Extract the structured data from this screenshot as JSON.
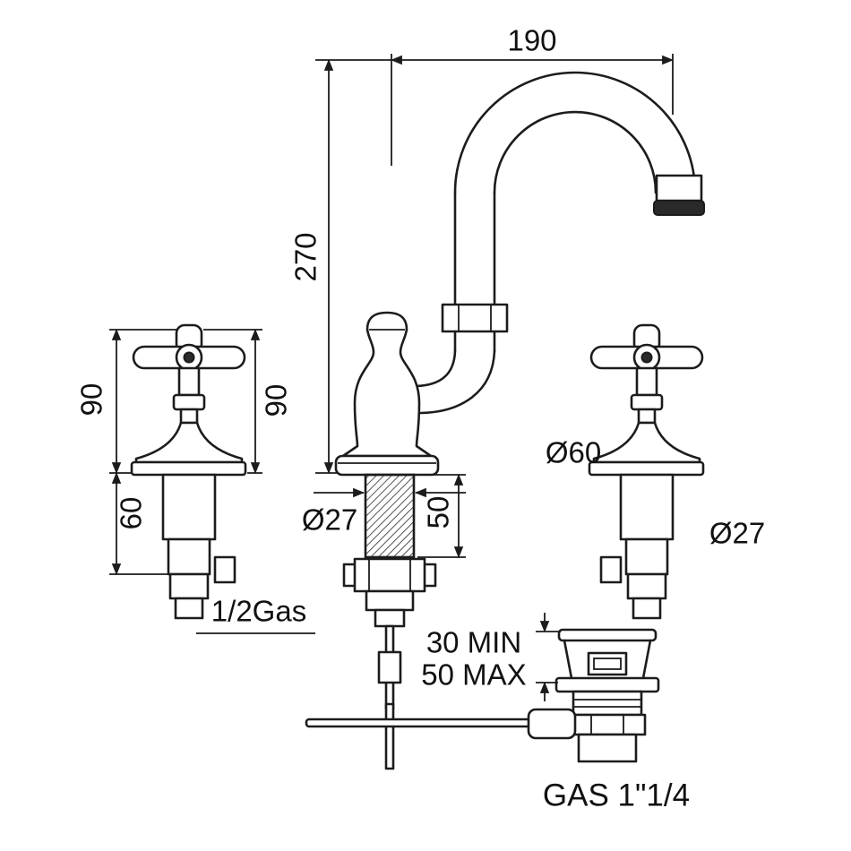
{
  "colors": {
    "line": "#1c1c1c",
    "background": "#ffffff"
  },
  "labels": {
    "spout_reach": "190",
    "spout_height": "270",
    "handle_height_left": "90",
    "handle_height_center": "90",
    "handle_body_height": "60",
    "inlet_thread": "1/2Gas",
    "shank_diameter": "Ø27",
    "shank_length": "50",
    "escutcheon_diameter": "Ø60",
    "body_diameter": "Ø27",
    "deck_thickness_min": "30 MIN",
    "deck_thickness_max": "50 MAX",
    "waste_thread": "GAS 1\"1/4"
  }
}
